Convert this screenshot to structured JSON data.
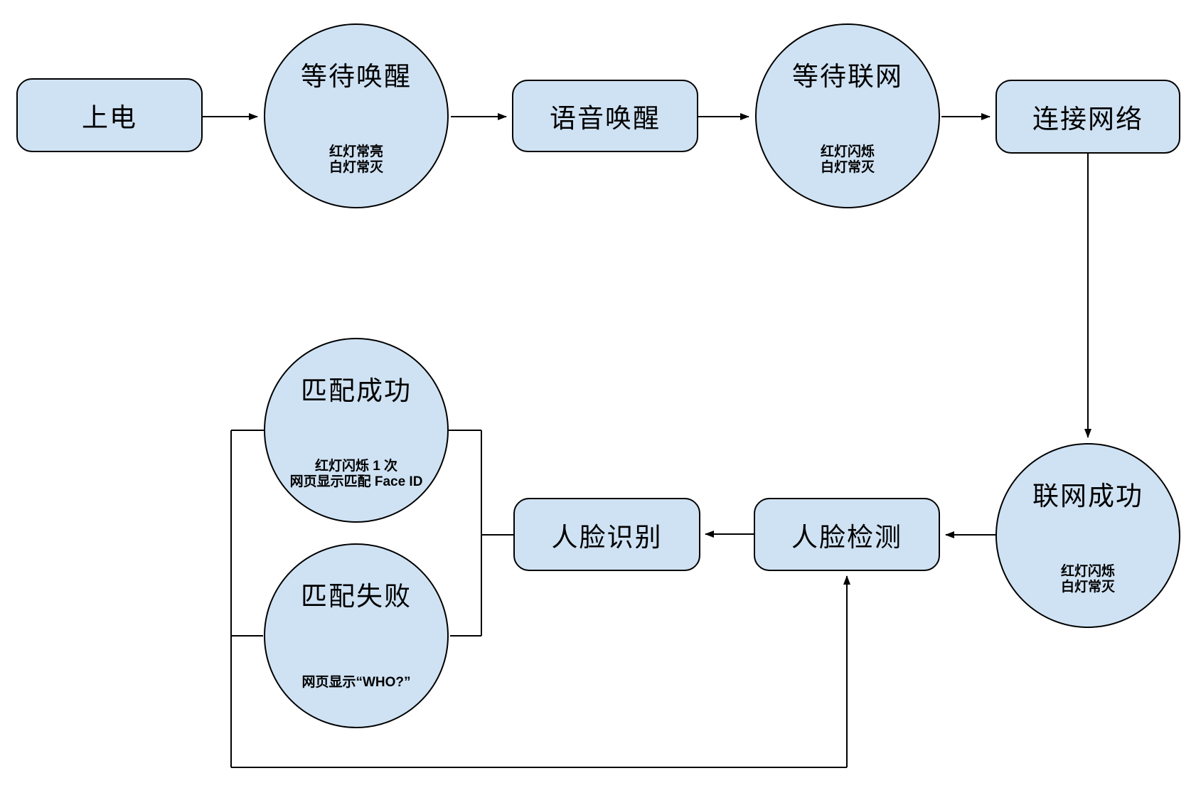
{
  "colors": {
    "node_fill": "#cfe2f3",
    "node_stroke": "#000000",
    "edge_stroke": "#000000",
    "background": "#ffffff"
  },
  "nodes": {
    "power": {
      "label": "上电"
    },
    "wait_wake": {
      "label": "等待唤醒",
      "sub1": "红灯常亮",
      "sub2": "白灯常灭"
    },
    "voice_wake": {
      "label": "语音唤醒"
    },
    "wait_network": {
      "label": "等待联网",
      "sub1": "红灯闪烁",
      "sub2": "白灯常灭"
    },
    "connect_network": {
      "label": "连接网络"
    },
    "network_ok": {
      "label": "联网成功",
      "sub1": "红灯闪烁",
      "sub2": "白灯常灭"
    },
    "face_recog": {
      "label": "人脸识别"
    },
    "face_detect": {
      "label": "人脸检测"
    },
    "match_ok": {
      "label": "匹配成功",
      "sub1": "红灯闪烁 1 次",
      "sub2": "网页显示匹配 Face ID"
    },
    "match_fail": {
      "label": "匹配失败",
      "sub1": "网页显示“WHO?”"
    }
  }
}
